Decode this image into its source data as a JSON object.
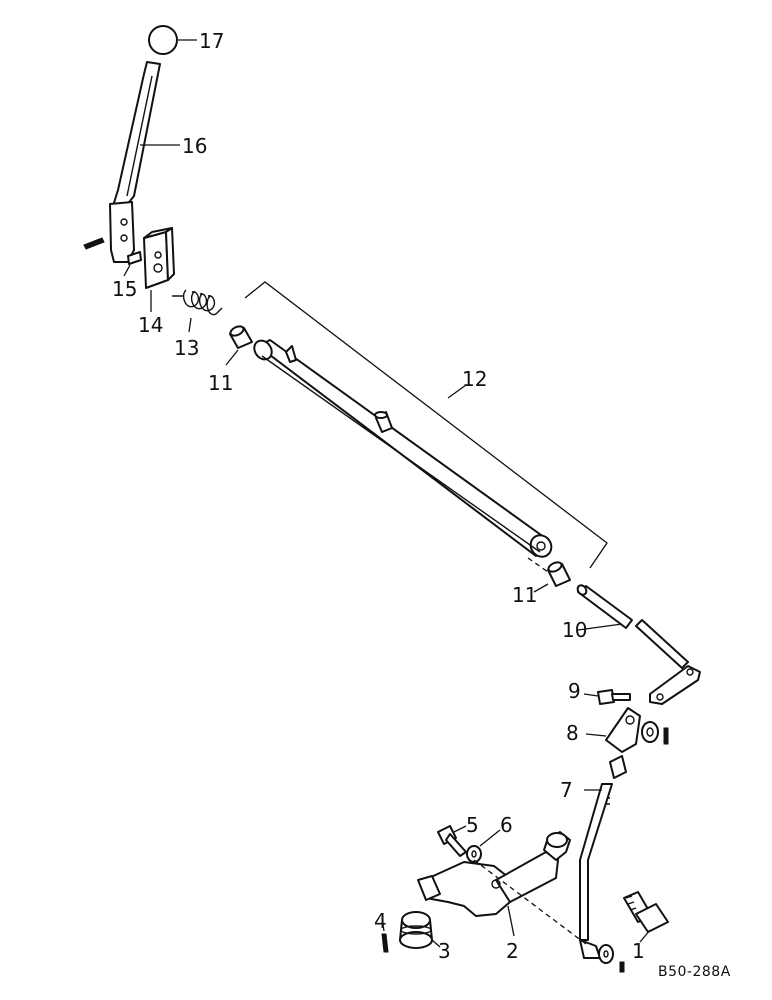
{
  "drawing_ref": "B50-288A",
  "callouts": {
    "c1": "1",
    "c2": "2",
    "c3": "3",
    "c4": "4",
    "c5": "5",
    "c6": "6",
    "c7": "7",
    "c8": "8",
    "c9": "9",
    "c10": "10",
    "c11a": "11",
    "c11b": "11",
    "c12": "12",
    "c13": "13",
    "c14": "14",
    "c15": "15",
    "c16": "16",
    "c17": "17"
  }
}
